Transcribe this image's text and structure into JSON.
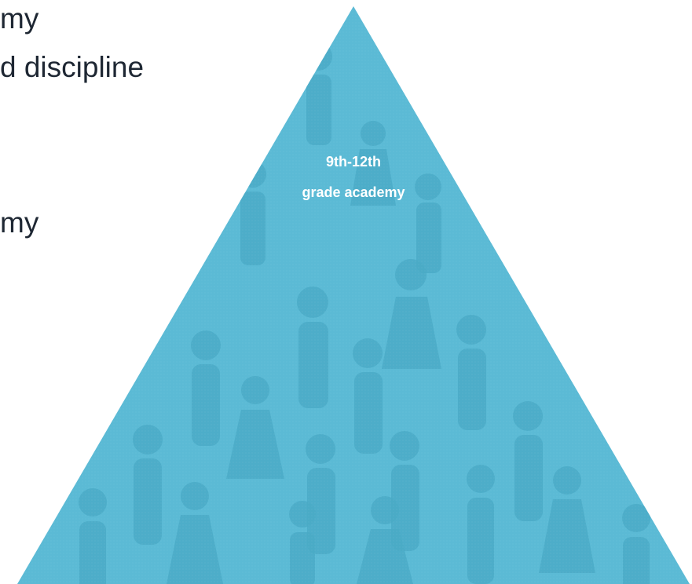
{
  "text_lines": [
    "my",
    "d discipline",
    "my"
  ],
  "pyramid": {
    "label_line1": "9th-12th",
    "label_line2": "grade academy",
    "fill_color": "#5bbad5",
    "silhouette_color": "#4aaac6",
    "label_color": "#ffffff",
    "background_pattern": "people-silhouettes"
  }
}
